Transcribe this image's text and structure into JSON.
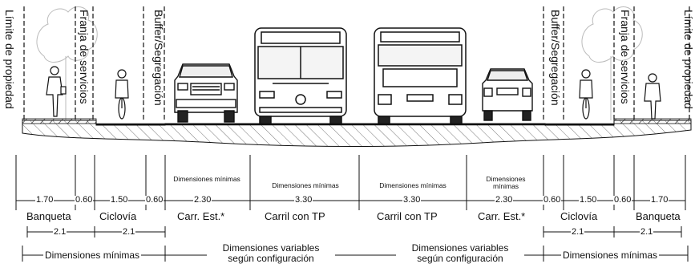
{
  "vertical_labels": {
    "limite_propiedad_left": "Límite de propiedad",
    "franja_left": "Franja de servicios",
    "buffer_left": "Buffer/Segregación",
    "buffer_right": "Buffer/Segregación",
    "franja_right": "Franja de servicios",
    "limite_propiedad_right": "Límite de propiedad"
  },
  "segments": [
    {
      "value": "1.70",
      "name": "Banqueta"
    },
    {
      "value": "0.60",
      "name": ""
    },
    {
      "value": "1.50",
      "name": "Ciclovía"
    },
    {
      "value": "0.60",
      "name": ""
    },
    {
      "value": "2.30",
      "name": "Carr. Est.*",
      "note": "Dimensiones mínimas"
    },
    {
      "value": "3.30",
      "name": "Carril con TP",
      "note": "Dimensiones mínimas"
    },
    {
      "value": "3.30",
      "name": "Carril con TP",
      "note": "Dimensiones mínimas"
    },
    {
      "value": "2.30",
      "name": "Carr. Est.*",
      "note": "Dimensiones mínimas"
    },
    {
      "value": "0.60",
      "name": ""
    },
    {
      "value": "1.50",
      "name": "Ciclovía"
    },
    {
      "value": "0.60",
      "name": ""
    },
    {
      "value": "1.70",
      "name": "Banqueta"
    }
  ],
  "sub_dims": [
    "2.1",
    "2.1",
    "2.1",
    "2.1"
  ],
  "bottom_labels": {
    "minimas_left": "Dimensiones mínimas",
    "variables_left": "Dimensiones variables según configuración",
    "variables_right": "Dimensiones variables según configuración",
    "minimas_right": "Dimensiones mínimas"
  },
  "colors": {
    "line": "#111111",
    "ground_hatch": "#333333"
  },
  "icons": [
    "pedestrian-icon",
    "cyclist-icon",
    "suv-car-icon",
    "bus-front-icon",
    "bus-rear-icon",
    "car-rear-icon",
    "tree-icon"
  ]
}
